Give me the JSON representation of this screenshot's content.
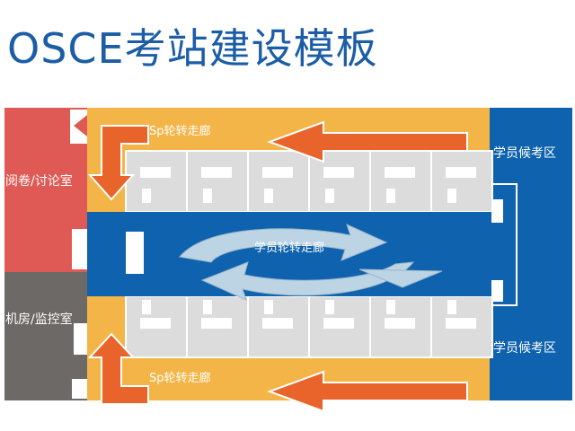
{
  "title": "OSCE考站建设模板",
  "labels": {
    "left_top_room": "阅卷/讨论室",
    "left_bottom_room": "机房/监控室",
    "top_corridor": "Sp轮转走廊",
    "bottom_corridor": "Sp轮转走廊",
    "center_corridor": "学员轮转走廊",
    "right_top_area": "学员候考区",
    "right_bottom_area": "学员候考区"
  },
  "colors": {
    "title": "#1b5da6",
    "red_room": "#e05a55",
    "gray_room": "#6d6967",
    "corridor": "#f4b548",
    "blue_corridor": "#0f62ae",
    "rooms": "#dcdcdc",
    "arrow_orange": "#e8642a",
    "arrow_light": "#bcd4e4"
  }
}
